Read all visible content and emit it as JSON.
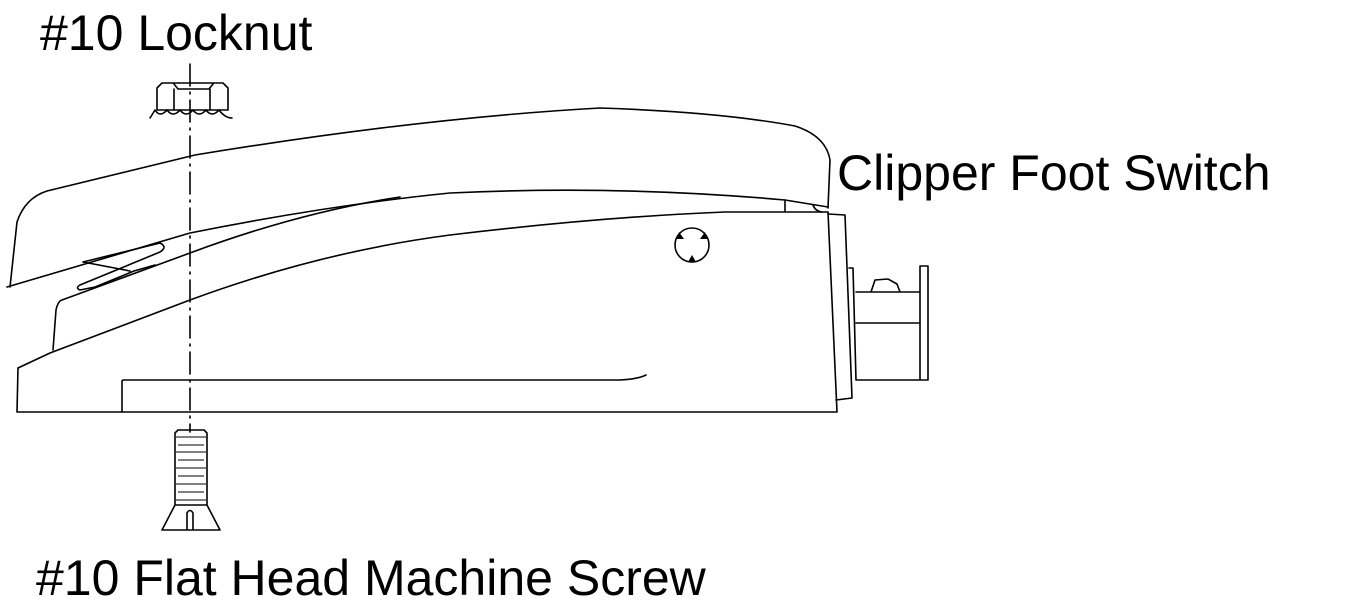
{
  "labels": {
    "locknut": "#10 Locknut",
    "foot_switch": "Clipper Foot Switch",
    "screw": "#10 Flat Head Machine Screw"
  }
}
